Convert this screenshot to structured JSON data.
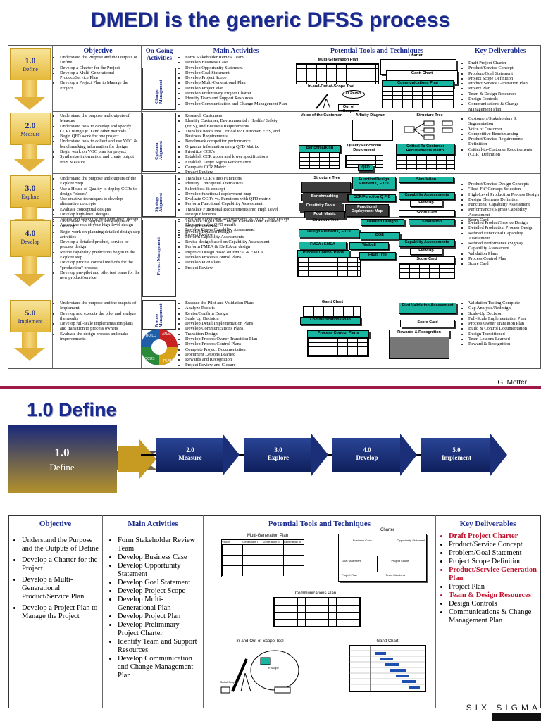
{
  "title": "DMEDI is the generic DFSS process",
  "attribution": "G. Motter",
  "top_table": {
    "headers": {
      "objective": "Objective",
      "ongoing": "On-Going Activities",
      "main": "Main Activities",
      "tools": "Potential Tools and Techniques",
      "deliverables": "Key Deliverables"
    },
    "phases": [
      {
        "num": "1.0",
        "name": "Define",
        "ongoing": "Change Management",
        "objective": [
          "Understand the Purpose and the Outputs of Define",
          "Develop a Charter for the Project",
          "Develop a Multi-Generational Product/Service Plan",
          "Develop a Project Plan to Manage the Project"
        ],
        "main": [
          "Form Stakeholder Review Team",
          "Develop Business Case",
          "Develop Opportunity Statement",
          "Develop Goal Statement",
          "Develop Project Scope",
          "Develop Multi-Generational Plan",
          "Develop Project Plan",
          "Develop Preliminary Project Charter",
          "Identify Team and Support Resources",
          "Develop Communication and Change Management Plan"
        ],
        "deliverables": [
          "Draft Project Charter",
          "Product/Service Concept",
          "Problem/Goal Statement",
          "Project Scope Definition",
          "Product/Service Generation Plan",
          "Project Plan",
          "Team & Design Resources",
          "Design Controls",
          "Communications & Change Management Plan"
        ]
      },
      {
        "num": "2.0",
        "name": "Measure",
        "ongoing": "Customer Alignment",
        "objective": [
          "Understand the purpose and outputs of Measure",
          "Understand how to develop and specify CCRs using QFD and other methods",
          "Begin QFD work for one project",
          "Understand how to collect and use VOC & benchmarking information for design",
          "Begin work on VOC plan for project",
          "Synthesize information and create output from Measure"
        ],
        "main": [
          "Research Customers",
          "Identify Customer, Environmental / Health / Safety (EHS), and Business Requirements",
          "Translate needs into Critical to: Customer, EHS, and Business Requirements",
          "Benchmark competitor performance",
          "Organize information using QFD Matrix",
          "Prioritize CCR's",
          "Establish CCR upper and lower specifications",
          "Establish Target Sigma Performance",
          "Complete CCR Matrix",
          "Project Review"
        ],
        "deliverables": [
          "Customers/Stakeholders & Segmentation",
          "Voice of Customer",
          "Competitive Benchmarking",
          "Product/Service Requirements Definition",
          "Critical-to-Customer Requirements (CCR) Definition"
        ]
      },
      {
        "num": "3.0",
        "name": "Explore",
        "ongoing": "Strategy Alignment",
        "objective": [
          "Understand the purpose and outputs of the Explore Step",
          "Use a House of Quality to deploy CCRs to design \"pieces\"",
          "Use creative techniques to develop alternative concepts",
          "Evaluate conceptual designs",
          "Develop high-level designs",
          "Assess and select the best high-level design",
          "Assess the risk of your high-level design"
        ],
        "main": [
          "Translate CCR's into Functions",
          "Identify Conceptual alternatives",
          "Select best fit concept",
          "Develop functional deployment map",
          "Evaluate CCR's vs. Functions with QFD matrix",
          "Perform Functional Capability Assessment",
          "Translate Functional Requirements into High Level Design Elements",
          "Evaluate Functional Requirements vs. High Level Design Elements using QFD matrix",
          "Perform Sigma Capability Assessment",
          "Project Review"
        ],
        "deliverables": [
          "Product/Service Design Concepts",
          "\"Best-Fit\" Concept Selection",
          "High-Level Production Process Design",
          "Design Elements Definition",
          "Functional Capability Assessment",
          "Performance (Sigma) Capability Assessment",
          "Score Card"
        ]
      },
      {
        "num": "4.0",
        "name": "Develop",
        "ongoing": "Project Management",
        "objective": [
          "Understand the purpose and outputs of Develop",
          "Begin work on planning detailed design step activities",
          "Develop a detailed product, service or process design",
          "Refine capability predictions begun in the Explore step",
          "Develop process control methods for the \"production\" process",
          "Develop pre-pilot and pilot test plans for the new product/service"
        ],
        "main": [
          "Translate High Level Design Elements into Detailed Design Elements",
          "Develop Detailed Designs",
          "Perform Capability Assessments",
          "Revise design based on Capability Assessment",
          "Perform FMEA & EMEA on design",
          "Improve Design based on FMEA & EMEA",
          "Develop Process Control Plans",
          "Develop Pilot Plans",
          "Project Review"
        ],
        "deliverables": [
          "Detailed Product/Service Design",
          "Detailed Production Process Design",
          "Refined Functional Capability Assessment",
          "Refined Performance (Sigma) Capability Assessment",
          "Validation Plans",
          "Process Control Plan",
          "Score Card"
        ]
      },
      {
        "num": "5.0",
        "name": "Implement",
        "ongoing": "Process Management",
        "objective": [
          "Understand the purpose and the outputs of Implement",
          "Develop and execute the pilot and analyze the results",
          "Develop full-scale implementation plans and transition to process owners",
          "Evaluate the design process and make improvements"
        ],
        "main": [
          "Execute the Pilot and Validation Plans",
          "Analyze Results",
          "Revise/Confirm Design",
          "Scale Up Decision",
          "Develop Detail Implementation Plans",
          "Develop Communications Plans",
          "Transition Design",
          "Develop Process Owner Transition Plan",
          "Develop Process Control Plans",
          "Complete Project Documentation",
          "Document Lessons Learned",
          "Rewards and Recognition",
          "Project Review and Closure"
        ],
        "deliverables": [
          "Validation Testing Complete",
          "Gap Analysis/Redesign",
          "Scale-Up Decision",
          "Full-Scale Implementation Plan",
          "Process Owner Transition Plan",
          "Build & Control Documentation",
          "Design Transitioned",
          "Team Lessons Learned",
          "Reward & Recognition"
        ]
      }
    ],
    "tools": {
      "p1": [
        "Multi-Generation Plan",
        "Charter",
        "Gantt Chart",
        "Communications Plan",
        "In-and-Out-of-Scope Tool",
        "In Scope",
        "Out of Scope"
      ],
      "p2": [
        "Voice of the Customer",
        "Affinity Diagram",
        "Structure Tree",
        "Benchmarking",
        "Quality Functional Deployment",
        "Critical To Customer Requirements Matrix",
        "QFD"
      ],
      "p3": [
        "Structure Tree",
        "Function/Design Element Q F D's",
        "Simulation",
        "Benchmarking",
        "CCR/Function Q F D",
        "Capability Assessments",
        "Creativity Tools",
        "Functional Deployment Map",
        "Flow Up",
        "Pugh Matrix",
        "Score Card"
      ],
      "p4": [
        "Structure Tree",
        "Detailed Designs",
        "Simulation",
        "Design Element Q F D's",
        "DOE",
        "FMEA / EMEA",
        "Weibull",
        "Capability Assessments",
        "Flow Up",
        "Process Control Plans",
        "Fault Tree",
        "Score Card"
      ],
      "p5": [
        "Gantt Chart",
        "Pilot Validation Assessment",
        "Communications Plan",
        "Score Card",
        "Process Control Plans",
        "Rewards & Recognition"
      ]
    },
    "wheel_words": [
      "BUILD",
      "ANALYZE",
      "FOCUS",
      "PLAN"
    ]
  },
  "section_title": "1.0 Define",
  "flow": [
    {
      "num": "1.0",
      "name": "Define"
    },
    {
      "num": "2.0",
      "name": "Measure"
    },
    {
      "num": "3.0",
      "name": "Explore"
    },
    {
      "num": "4.0",
      "name": "Develop"
    },
    {
      "num": "5.0",
      "name": "Implement"
    }
  ],
  "bottom_table": {
    "headers": {
      "objective": "Objective",
      "main": "Main Activities",
      "tools": "Potential Tools and Techniques",
      "deliverables": "Key Deliverables"
    },
    "objective": [
      "Understand the Purpose and the Outputs of Define",
      "Develop a Charter for the Project",
      "Develop a Multi-Generational Product/Service Plan",
      "Develop a Project Plan to Manage the Project"
    ],
    "main": [
      "Form Stakeholder Review Team",
      "Develop Business Case",
      "Develop Opportunity Statement",
      "Develop Goal Statement",
      "Develop Project Scope",
      "Develop Multi-Generational Plan",
      "Develop Project Plan",
      "Develop Preliminary Project Charter",
      "Identify Team and Support Resources",
      "Develop Communication and Change Management Plan"
    ],
    "deliverables": [
      {
        "text": "Draft Project Charter",
        "highlight": true
      },
      {
        "text": "Product/Service Concept",
        "highlight": false
      },
      {
        "text": "Problem/Goal Statement",
        "highlight": false
      },
      {
        "text": "Project Scope Definition",
        "highlight": false
      },
      {
        "text": "Product/Service Generation Plan",
        "highlight": true
      },
      {
        "text": "Project Plan",
        "highlight": false
      },
      {
        "text": "Team & Design Resources",
        "highlight": true
      },
      {
        "text": "Design Controls",
        "highlight": false
      },
      {
        "text": "Communications & Change Management Plan",
        "highlight": false
      }
    ],
    "tools": {
      "mgp": "Multi-Generation Plan",
      "mgp_cols": [
        "Vision",
        "Generation I",
        "Generation II",
        "Generation III"
      ],
      "charter": "Charter",
      "charter_cells": [
        "Business Case",
        "Opportunity Statement",
        "Goal Statement",
        "Project Scope",
        "Project Plan",
        "Team Members"
      ],
      "comm": "Communications Plan",
      "scope": "In-and-Out-of-Scope Tool",
      "scope_in": "In Scope",
      "scope_out": "Out of Scope",
      "gantt": "Gantt Chart"
    }
  },
  "logo": "SIX SIGMA",
  "colors": {
    "title": "#1a2a8c",
    "accent_red": "#c0102c",
    "divider": "#a01848",
    "phase_gold": "#e2b23c",
    "flow_blue": "#1a2f78",
    "tool_teal": "#18b6a0"
  }
}
